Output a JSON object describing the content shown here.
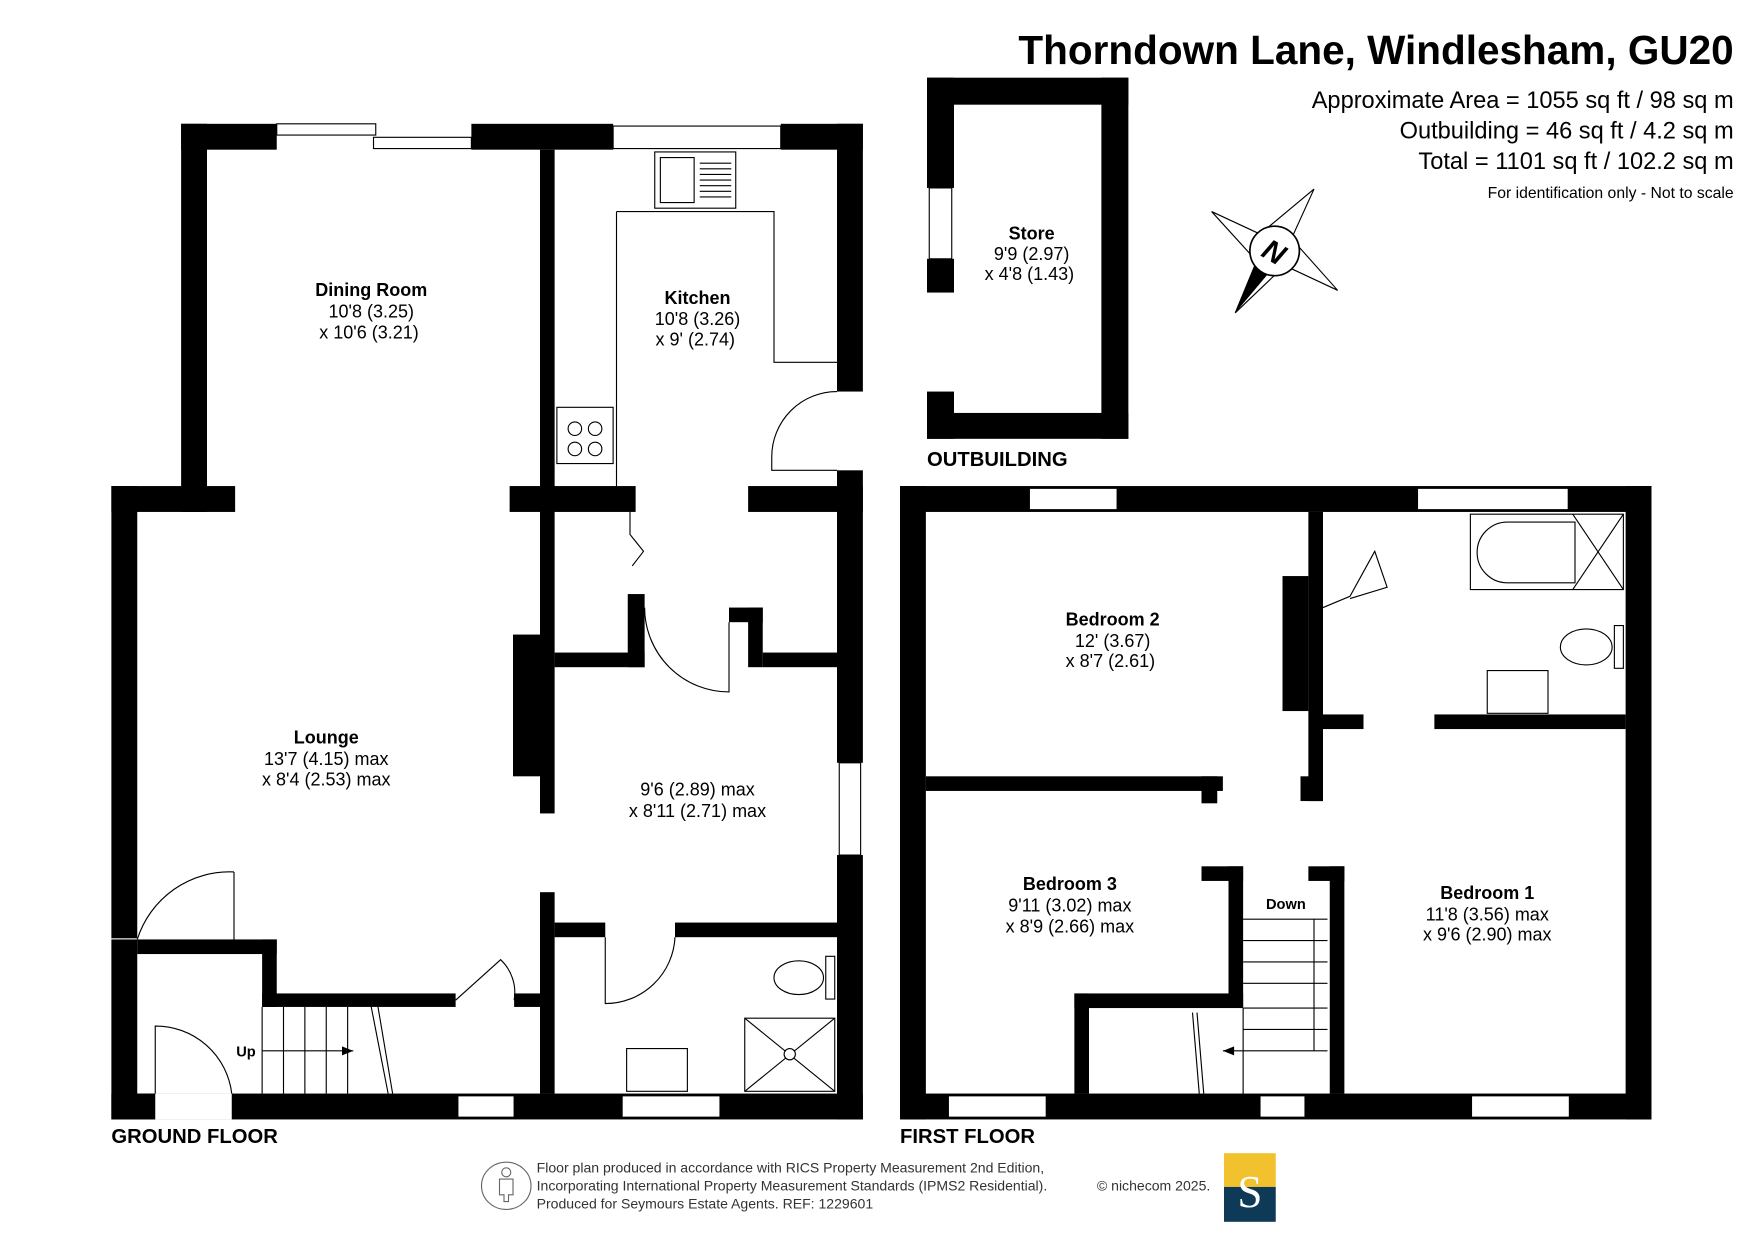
{
  "header": {
    "title": "Thorndown Lane, Windlesham, GU20",
    "areas": [
      "Approximate Area = 1055 sq ft / 98 sq m",
      "Outbuilding = 46 sq ft / 4.2 sq m",
      "Total = 1101 sq ft / 102.2 sq m"
    ],
    "disclaimer": "For identification only - Not to scale"
  },
  "compass": {
    "label": "N"
  },
  "ground_floor": {
    "label": "GROUND FLOOR",
    "rooms": [
      {
        "name": "Dining Room",
        "dim1": "10'8 (3.25)",
        "dim2": "x 10'6 (3.21)"
      },
      {
        "name": "Kitchen",
        "dim1": "10'8 (3.26)",
        "dim2": "x 9' (2.74)"
      },
      {
        "name": "Lounge",
        "dim1": "13'7 (4.15) max",
        "dim2": "x 8'4 (2.53) max"
      },
      {
        "name": "",
        "dim1": "9'6 (2.89) max",
        "dim2": "x 8'11 (2.71) max"
      }
    ],
    "stairs_label": "Up"
  },
  "outbuilding": {
    "label": "OUTBUILDING",
    "rooms": [
      {
        "name": "Store",
        "dim1": "9'9 (2.97)",
        "dim2": "x 4'8 (1.43)"
      }
    ]
  },
  "first_floor": {
    "label": "FIRST FLOOR",
    "rooms": [
      {
        "name": "Bedroom 2",
        "dim1": "12' (3.67)",
        "dim2": "x 8'7 (2.61)"
      },
      {
        "name": "Bedroom 3",
        "dim1": "9'11 (3.02) max",
        "dim2": "x 8'9 (2.66) max"
      },
      {
        "name": "Bedroom 1",
        "dim1": "11'8 (3.56) max",
        "dim2": "x 9'6 (2.90) max"
      }
    ],
    "stairs_label": "Down"
  },
  "footer": {
    "lines": [
      "Floor plan produced in accordance with RICS Property Measurement 2nd Edition,",
      "Incorporating International Property Measurement Standards (IPMS2 Residential).",
      "Produced for Seymours Estate Agents.   REF: 1229601"
    ],
    "copyright": "© nichecom 2025.",
    "logo_letter": "S",
    "logo_colors": {
      "top": "#F2C12E",
      "bottom": "#0E3A57"
    }
  }
}
